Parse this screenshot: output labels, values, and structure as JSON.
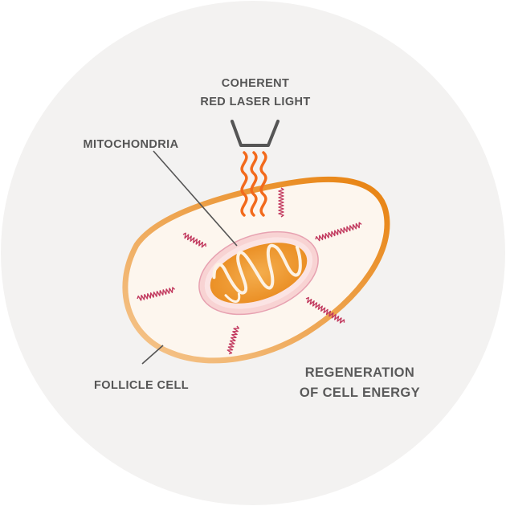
{
  "labels": {
    "laser_line1": "COHERENT",
    "laser_line2": "RED LASER LIGHT",
    "mitochondria": "MITOCHONDRIA",
    "follicle_cell": "FOLLICLE CELL",
    "regen_line1": "REGENERATION",
    "regen_line2": "OF CELL ENERGY"
  },
  "colors": {
    "background_disc": "#f3f2f1",
    "cell_fill": "#fdf6ee",
    "cell_membrane": "#e98c1e",
    "laser_waves": "#f26a1c",
    "mitochondria_outer": "#f8d3d3",
    "mitochondria_body": "#f0a640",
    "energy_squiggles": "#c23a5f",
    "leader_lines": "#555555",
    "text": "#555555"
  },
  "icons": {
    "laser_emitter": "laser-emitter-icon",
    "laser_beam": "wavy-laser-beams",
    "energy": "energy-squiggle-icon"
  }
}
